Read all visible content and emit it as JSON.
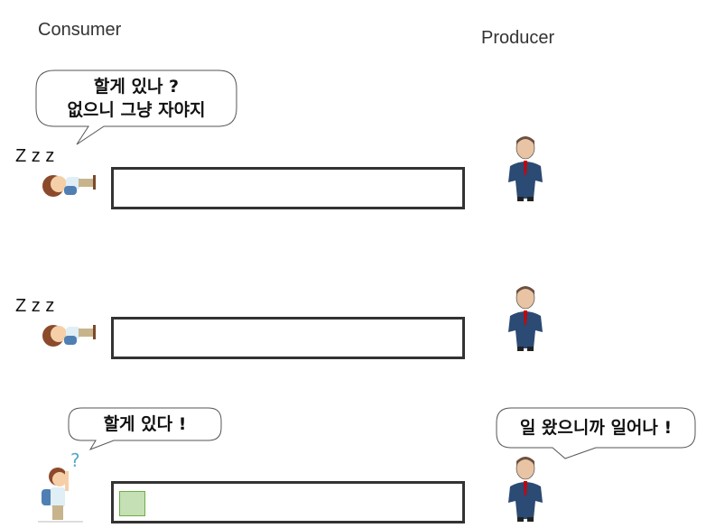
{
  "labels": {
    "consumer": "Consumer",
    "producer": "Producer"
  },
  "rows": [
    {
      "consumer_bubble": [
        "할게 있나 ?",
        "없으니 그냥 자야지"
      ],
      "zzz": "Z z z",
      "queue_items": 0
    },
    {
      "zzz": "Z z z",
      "queue_items": 0
    },
    {
      "consumer_bubble": [
        "할게 있다 !"
      ],
      "producer_bubble": "일 왔으니까 일어나 !",
      "queue_items": 1
    }
  ],
  "colors": {
    "queue_border": "#333333",
    "item_fill": "#c5e0b4",
    "item_border": "#70ad47",
    "suit": "#2b4a74"
  }
}
